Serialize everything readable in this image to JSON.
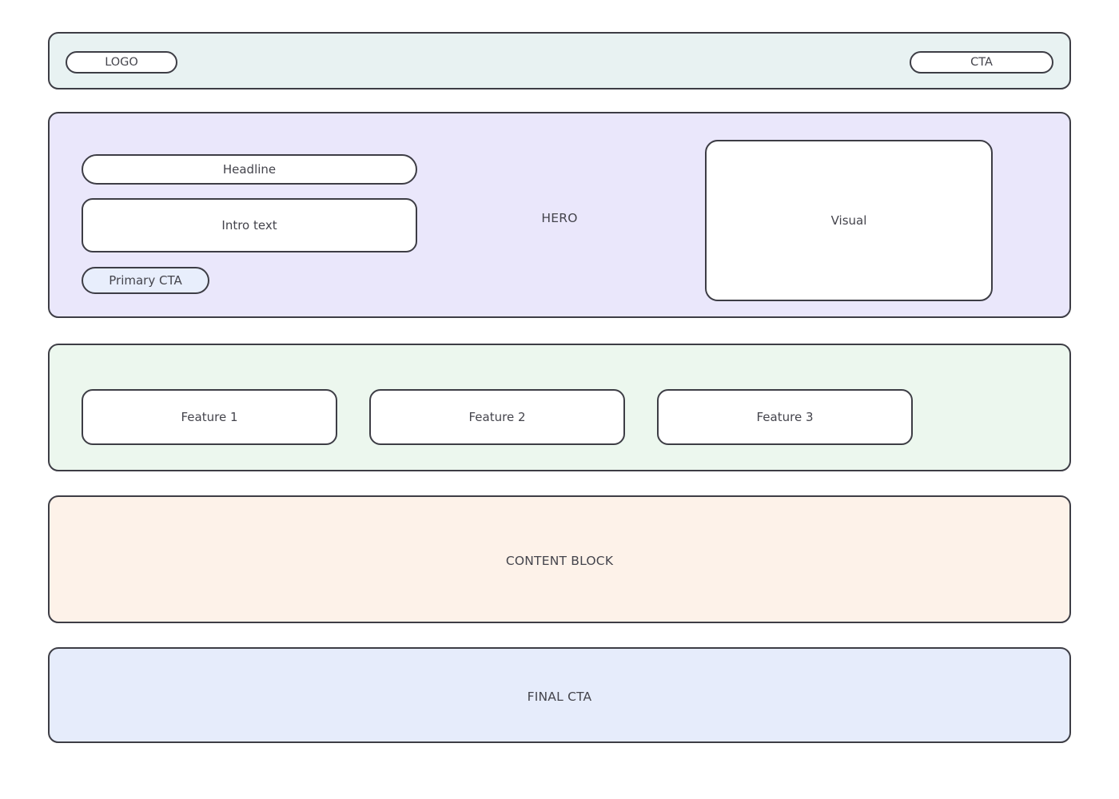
{
  "page": {
    "background": "#ffffff",
    "stroke_color": "#3d3d45",
    "text_color": "#44444c"
  },
  "header": {
    "background": "#e8f2f2",
    "logo_label": "LOGO",
    "cta_label": "CTA"
  },
  "hero": {
    "background": "#eae7fb",
    "section_label": "HERO",
    "headline_label": "Headline",
    "intro_label": "Intro text",
    "primary_cta_label": "Primary CTA",
    "primary_cta_fill": "#e8eefc",
    "visual_label": "Visual"
  },
  "features": {
    "background": "#ecf7ee",
    "cards": [
      {
        "label": "Feature 1"
      },
      {
        "label": "Feature 2"
      },
      {
        "label": "Feature 3"
      }
    ]
  },
  "content": {
    "background": "#fdf2e9",
    "section_label": "CONTENT BLOCK"
  },
  "final_cta": {
    "background": "#e6ecfb",
    "section_label": "FINAL CTA"
  }
}
